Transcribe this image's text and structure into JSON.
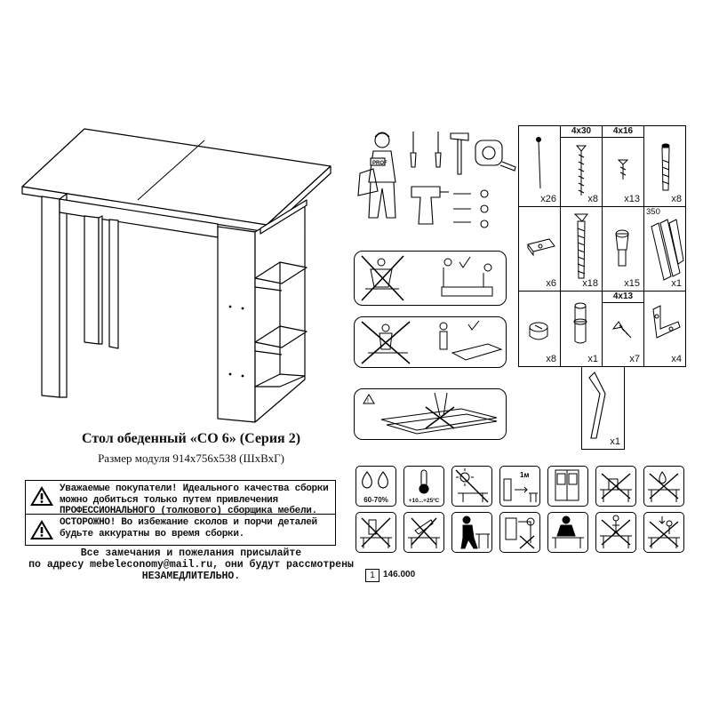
{
  "product": {
    "title": "Стол обеденный «СО 6» (Серия 2)",
    "size_line": "Размер модуля 914х756х538 (ШхВхГ)"
  },
  "notices": [
    "Уважаемые покупатели! Идеального качества сборки можно добиться только путем привлечения ПРОФЕССИОНАЛЬНОГО (толкового) сборщика мебели.",
    "ОСТОРОЖНО! Во избежание сколов и порчи деталей будьте аккуратны во время сборки."
  ],
  "feedback": {
    "line1": "Все замечания и пожелания присылайте",
    "line2": "по адресу mebeleconomy@mail.ru, они будут рассмотрены",
    "line3": "НЕЗАМЕДЛИТЕЛЬНО."
  },
  "box_count": "1",
  "article_code": "146.000",
  "fittings": [
    {
      "size": "",
      "qty": "x26",
      "icon": "nail-icon"
    },
    {
      "size": "4x30",
      "qty": "x8",
      "icon": "long-screw-icon"
    },
    {
      "size": "4x16",
      "qty": "x13",
      "icon": "short-screw-icon"
    },
    {
      "size": "",
      "qty": "x8",
      "icon": "confirmat-icon"
    },
    {
      "size": "",
      "qty": "x6",
      "icon": "shelf-support-icon"
    },
    {
      "size": "",
      "qty": "x18",
      "icon": "euroscrew-icon"
    },
    {
      "size": "",
      "qty": "x15",
      "icon": "cap-icon"
    },
    {
      "size": "350",
      "qty": "x1",
      "icon": "drawer-runner-icon"
    },
    {
      "size": "",
      "qty": "x8",
      "icon": "cam-lock-icon"
    },
    {
      "size": "",
      "qty": "x1",
      "icon": "dowel-icon"
    },
    {
      "size": "4x13",
      "qty": "x7",
      "icon": "small-screw-icon"
    },
    {
      "size": "",
      "qty": "x4",
      "icon": "corner-bracket-icon"
    }
  ],
  "hex_key": {
    "qty": "x1"
  },
  "conditions": {
    "humidity": "60-70%",
    "temperature": "+10...+25ºC",
    "distance": "1м"
  }
}
